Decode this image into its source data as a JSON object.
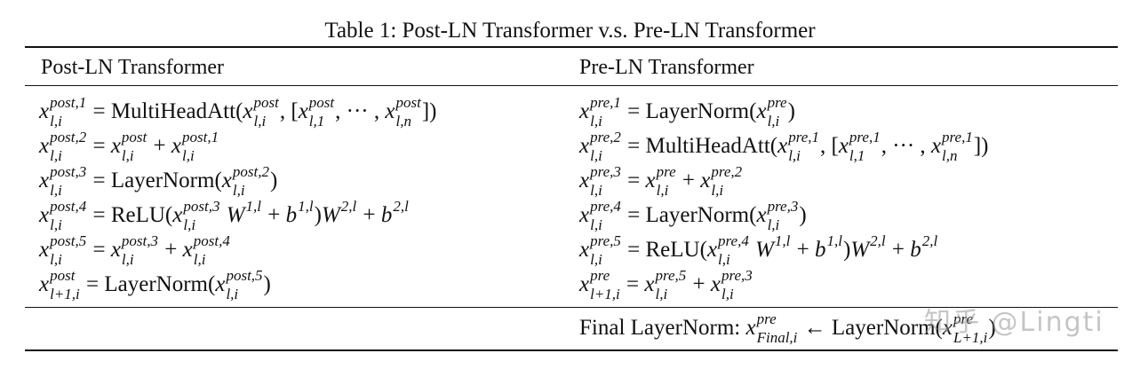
{
  "caption": "Table 1: Post-LN Transformer v.s. Pre-LN Transformer",
  "columns": {
    "left": "Post-LN Transformer",
    "right": "Pre-LN Transformer"
  },
  "post_ln": [
    {
      "sup": "post,1",
      "sub": "l,i",
      "rhs": "= MultiHeadAtt(x^{post}_{l,i}, [x^{post}_{l,1}, ··· , x^{post}_{l,n}])"
    },
    {
      "sup": "post,2",
      "sub": "l,i",
      "rhs": "= x^{post}_{l,i} + x^{post,1}_{l,i}"
    },
    {
      "sup": "post,3",
      "sub": "l,i",
      "rhs": "= LayerNorm(x^{post,2}_{l,i})"
    },
    {
      "sup": "post,4",
      "sub": "l,i",
      "rhs": "= ReLU(x^{post,3}_{l,i} W^{1,l} + b^{1,l})W^{2,l} + b^{2,l}"
    },
    {
      "sup": "post,5",
      "sub": "l,i",
      "rhs": "= x^{post,3}_{l,i} + x^{post,4}_{l,i}"
    },
    {
      "sup": "post",
      "sub": "l+1,i",
      "rhs": "= LayerNorm(x^{post,5}_{l,i})"
    }
  ],
  "pre_ln": [
    {
      "sup": "pre,1",
      "sub": "l,i",
      "rhs": "= LayerNorm(x^{pre}_{l,i})"
    },
    {
      "sup": "pre,2",
      "sub": "l,i",
      "rhs": "= MultiHeadAtt(x^{pre,1}_{l,i}, [x^{pre,1}_{l,1}, ··· , x^{pre,1}_{l,n}])"
    },
    {
      "sup": "pre,3",
      "sub": "l,i",
      "rhs": "= x^{pre}_{l,i} + x^{pre,2}_{l,i}"
    },
    {
      "sup": "pre,4",
      "sub": "l,i",
      "rhs": "= LayerNorm(x^{pre,3}_{l,i})"
    },
    {
      "sup": "pre,5",
      "sub": "l,i",
      "rhs": "= ReLU(x^{pre,4}_{l,i} W^{1,l} + b^{1,l})W^{2,l} + b^{2,l}"
    },
    {
      "sup": "pre",
      "sub": "l+1,i",
      "rhs": "= x^{pre,5}_{l,i} + x^{pre,3}_{l,i}"
    }
  ],
  "final": {
    "label": "Final LayerNorm:",
    "lhs_sup": "pre",
    "lhs_sub": "Final,i",
    "arrow": "←",
    "rhs": "LayerNorm(x^{pre}_{L+1,i})"
  },
  "watermark": "知乎 @Lingti"
}
